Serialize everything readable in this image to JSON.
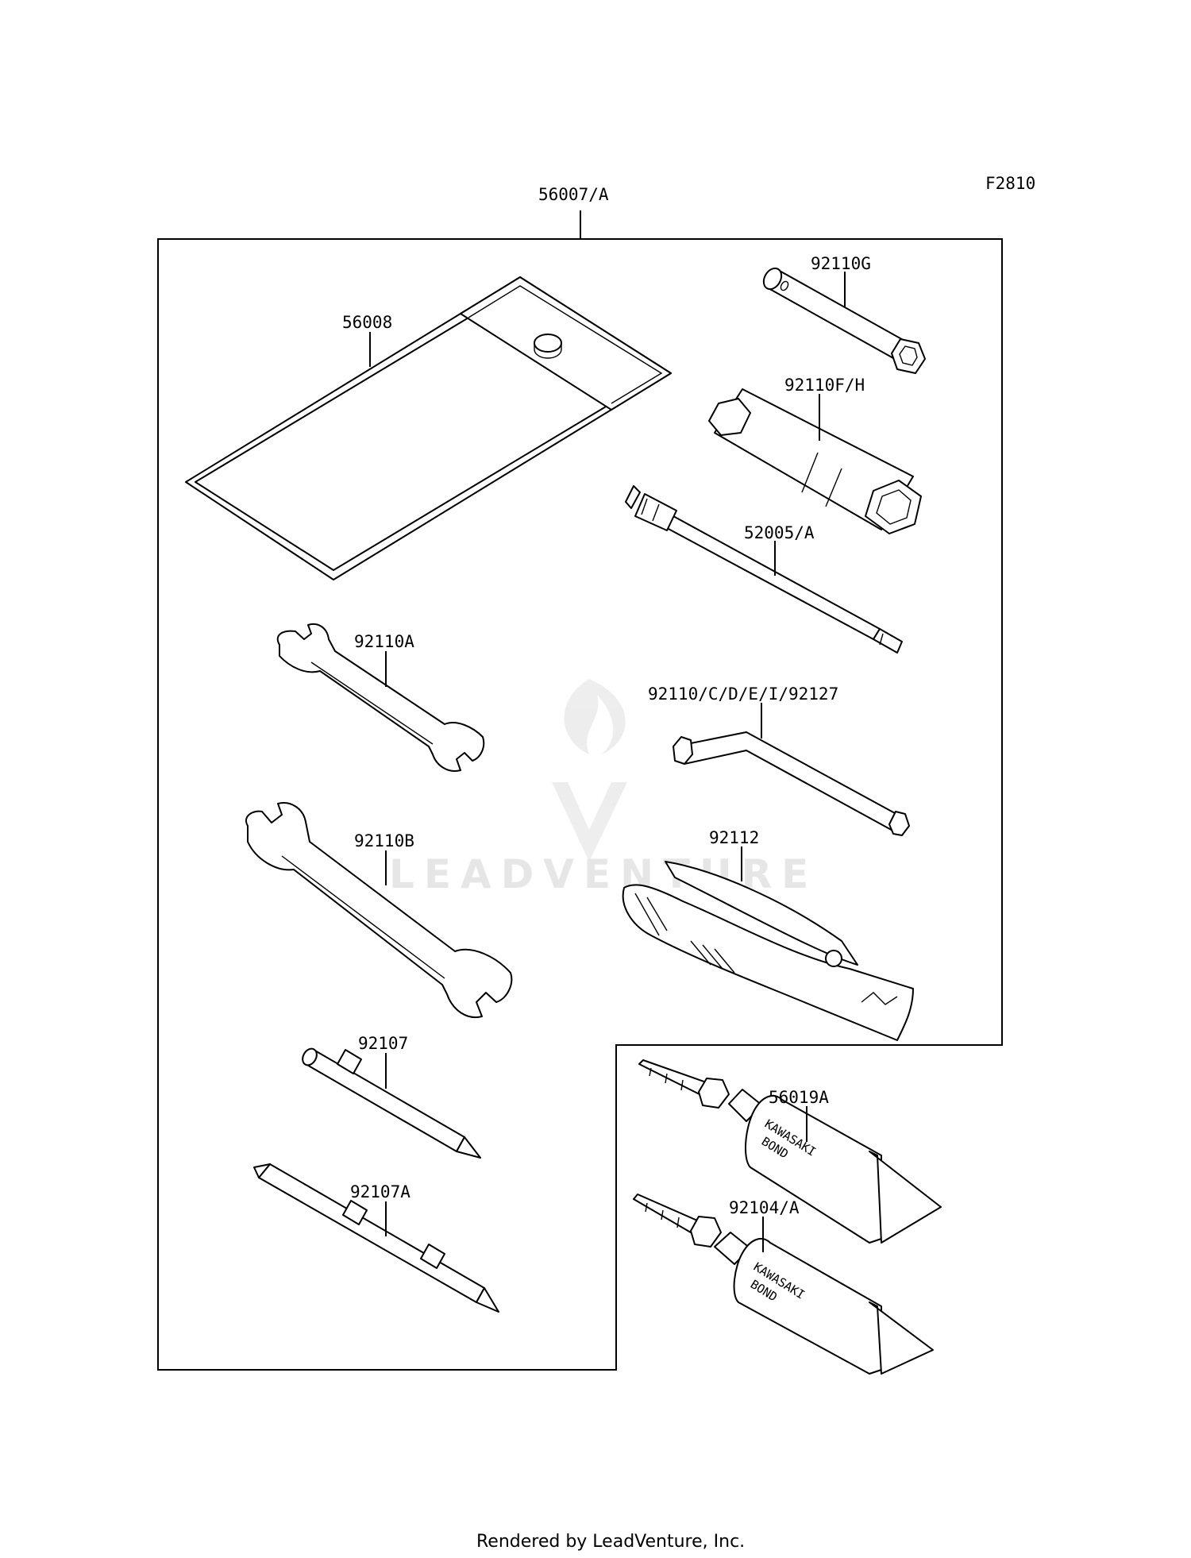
{
  "figure_code": "F2810",
  "watermark": "LEADVENTURE",
  "footer": "Rendered by LeadVenture, Inc.",
  "tube_brand": {
    "line1": "KAWASAKI",
    "line2": "BOND"
  },
  "parts": {
    "kit": "56007/A",
    "pouch": "56008",
    "plug_wrench_small": "92110G",
    "plug_wrench_large": "92110F/H",
    "extension_tool": "52005/A",
    "wrench_small": "92110A",
    "hex_wrench": "92110/C/D/E/I/92127",
    "wrench_large": "92110B",
    "pliers": "92112",
    "screwdriver_bit": "92107",
    "screwdriver": "92107A",
    "bond_tube_1": "56019A",
    "bond_tube_2": "92104/A"
  }
}
